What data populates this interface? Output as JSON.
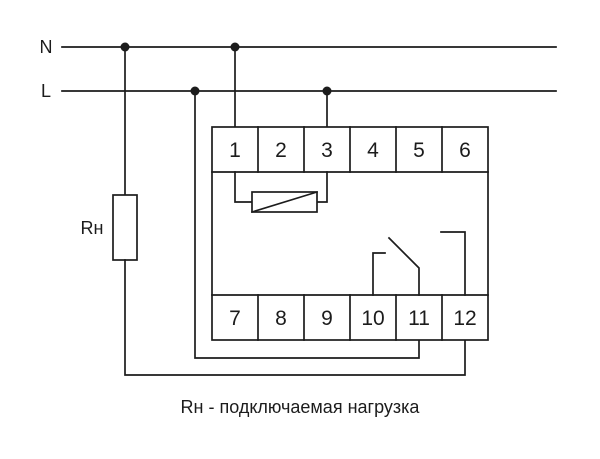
{
  "diagram": {
    "power_lines": {
      "neutral_label": "N",
      "phase_label": "L"
    },
    "load": {
      "label": "Rн"
    },
    "terminals": {
      "top": [
        "1",
        "2",
        "3",
        "4",
        "5",
        "6"
      ],
      "bottom": [
        "7",
        "8",
        "9",
        "10",
        "11",
        "12"
      ]
    },
    "caption": "Rн - подключаемая нагрузка",
    "colors": {
      "line": "#1c1c1c",
      "background": "#ffffff"
    }
  }
}
